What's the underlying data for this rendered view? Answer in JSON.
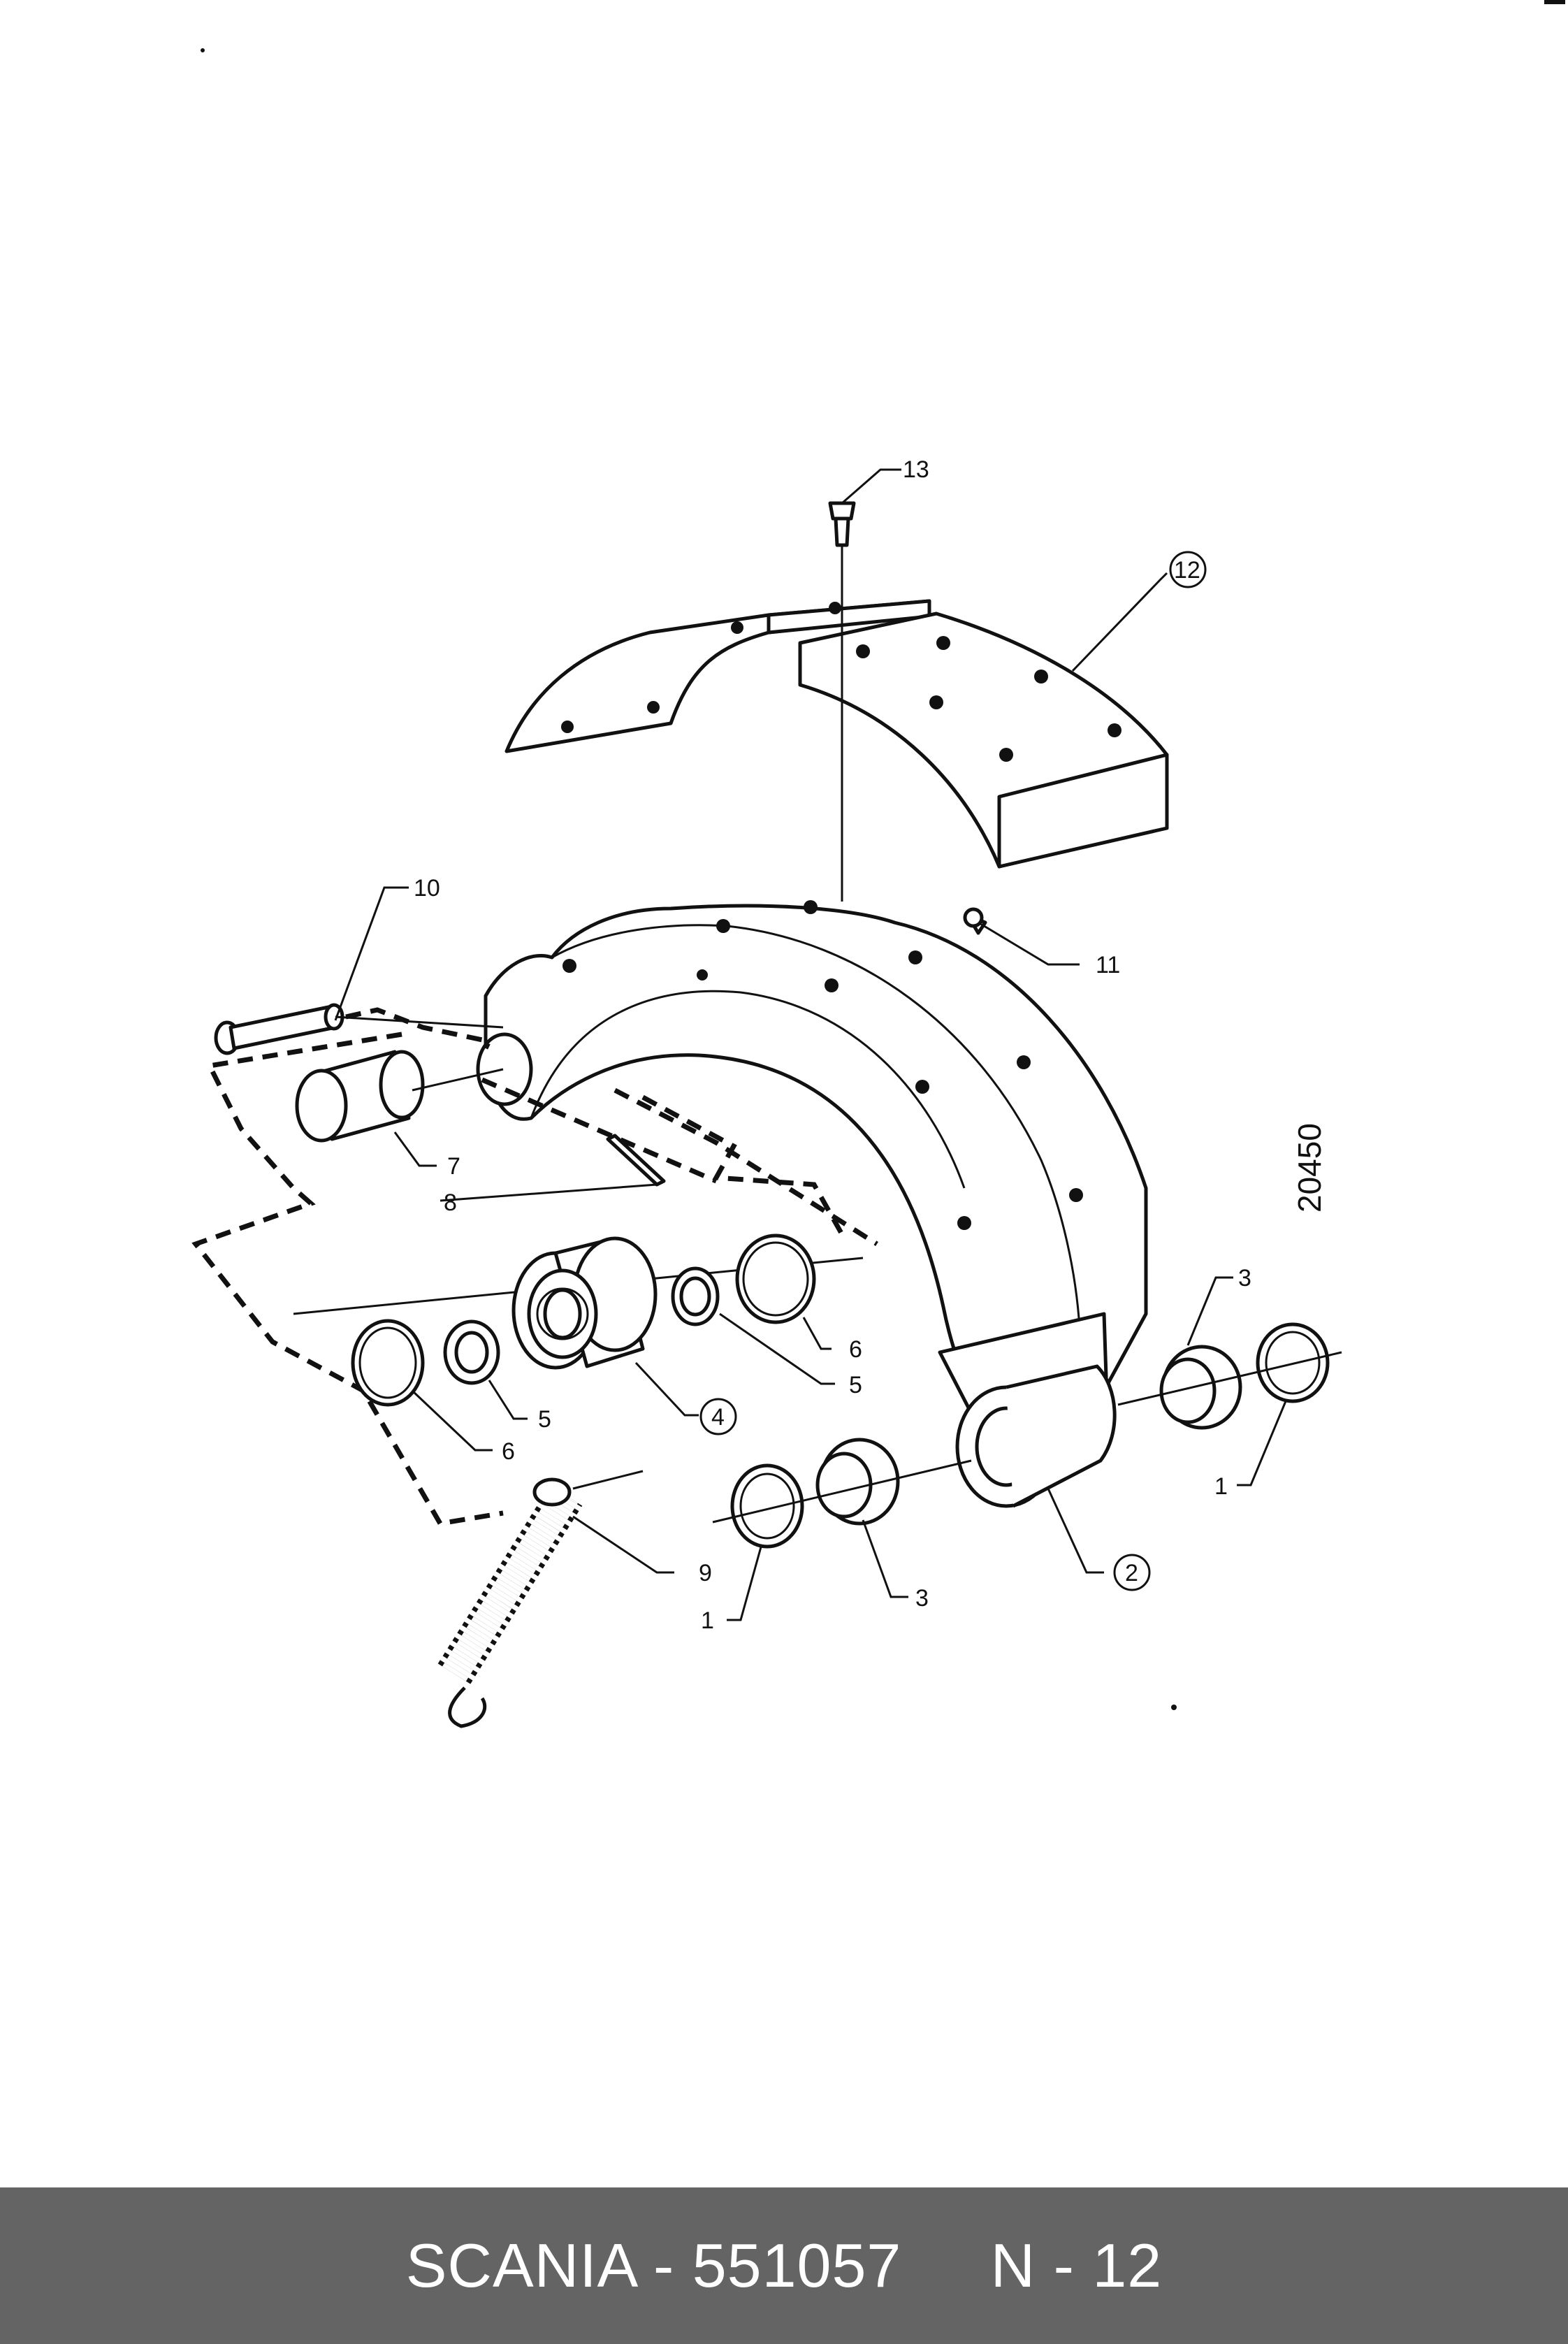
{
  "diagram": {
    "drawing_number": "20450",
    "callouts": [
      {
        "id": "c13",
        "text": "13",
        "circled": false
      },
      {
        "id": "c12",
        "text": "12",
        "circled": true
      },
      {
        "id": "c10",
        "text": "10",
        "circled": false
      },
      {
        "id": "c11",
        "text": "11",
        "circled": false
      },
      {
        "id": "c7",
        "text": "7",
        "circled": false
      },
      {
        "id": "c8",
        "text": "8",
        "circled": false
      },
      {
        "id": "c3a",
        "text": "3",
        "circled": false
      },
      {
        "id": "c6a",
        "text": "6",
        "circled": false
      },
      {
        "id": "c5a",
        "text": "5",
        "circled": false
      },
      {
        "id": "c5b",
        "text": "5",
        "circled": false
      },
      {
        "id": "c4",
        "text": "4",
        "circled": true
      },
      {
        "id": "c6b",
        "text": "6",
        "circled": false
      },
      {
        "id": "c1a",
        "text": "1",
        "circled": false
      },
      {
        "id": "c9",
        "text": "9",
        "circled": false
      },
      {
        "id": "c2",
        "text": "2",
        "circled": true
      },
      {
        "id": "c1b",
        "text": "1",
        "circled": false
      },
      {
        "id": "c3b",
        "text": "3",
        "circled": false
      }
    ]
  },
  "footer": {
    "text": "SCANIA - 551057     N - 12",
    "background": "#646464",
    "color": "#ffffff"
  }
}
